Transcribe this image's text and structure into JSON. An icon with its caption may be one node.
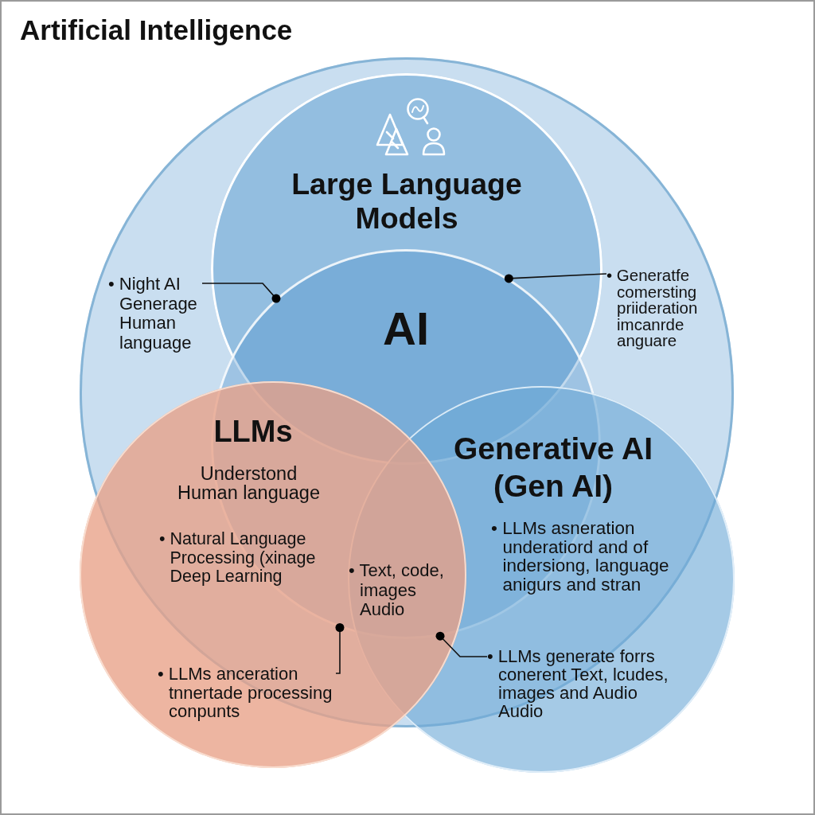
{
  "diagram": {
    "title": "Artificial Intelligence",
    "nodes": [
      {
        "text": [],
        "shape": "circle"
      },
      {
        "text": [
          "Large Language Models"
        ],
        "in": 0
      },
      {
        "text": [
          "AI"
        ],
        "in": 0
      },
      {
        "text": [
          "• Night AI Generage Human language"
        ],
        "in": 0
      },
      {
        "text": [
          "• Generatfe comersting priideration imcanrde anguare"
        ],
        "in": 0
      },
      {
        "text": [
          "LLMs",
          "Understond Human language",
          "• Natural Language Processing (xinage Deep Learning"
        ]
      },
      {
        "text": [
          "Generative AI (Gen AI)",
          "• LLMs asneration underatiord and of indersiong, language anigurs and stran"
        ]
      },
      {
        "text": [
          "• LLMs anceration tnnertade processing conpunts"
        ],
        "in": 5
      },
      {
        "text": [
          "• LLMs generate forrs conerent Text, lcudes, images and Audio Audio"
        ],
        "in": 6
      }
    ],
    "edges": [
      {
        "from": 3,
        "to": 2,
        "arrow": "other"
      },
      {
        "from": 4,
        "to": 2,
        "arrow": "other"
      },
      {
        "from": 7,
        "to": 2,
        "arrow": "other"
      },
      {
        "from": 8,
        "to": 2,
        "arrow": "other"
      }
    ],
    "labels": [
      "• Text, code, images Audio"
    ]
  }
}
